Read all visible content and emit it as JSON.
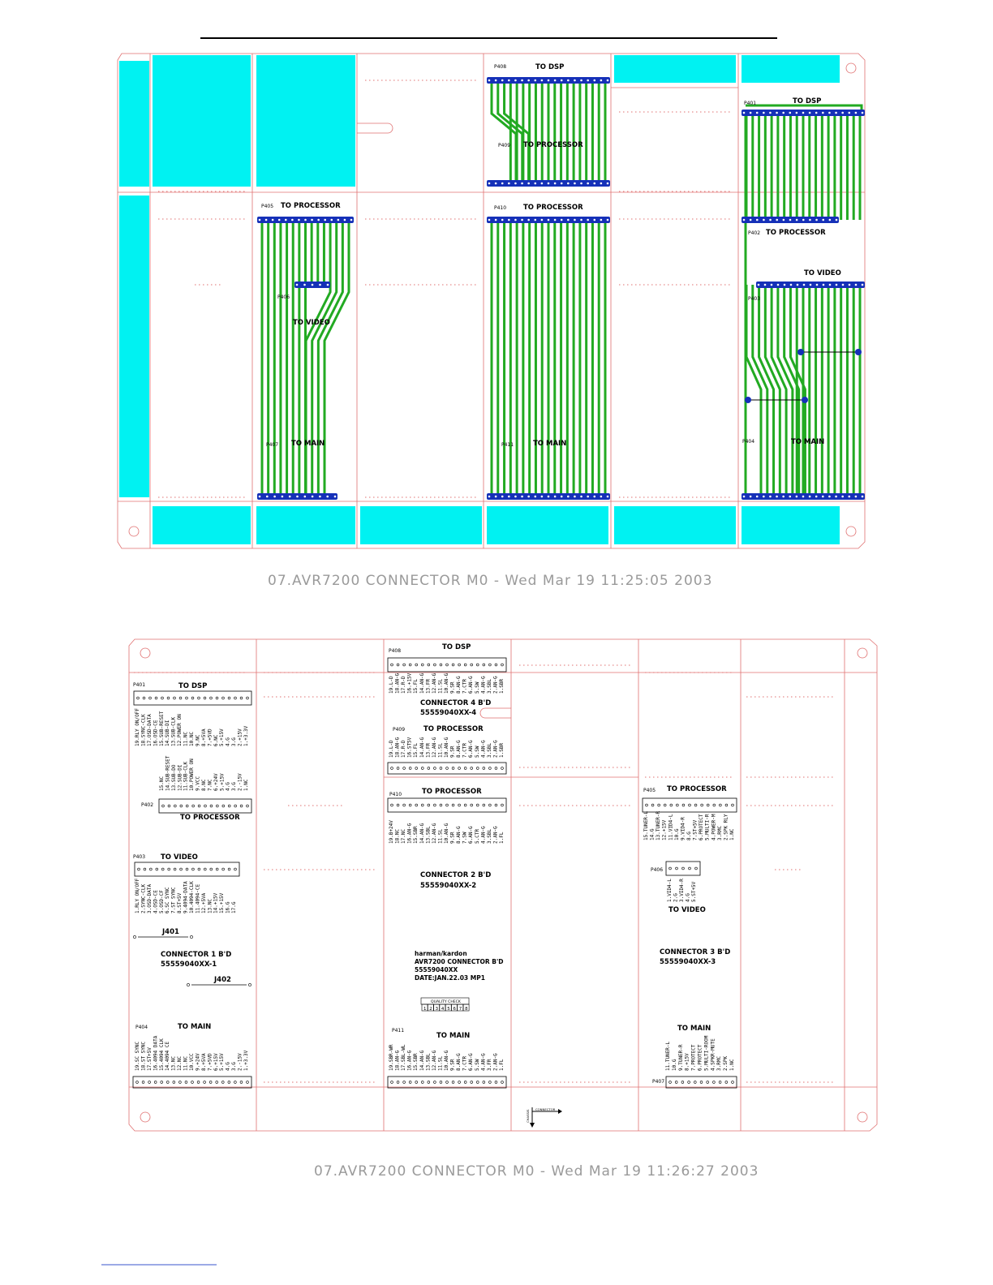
{
  "captions": {
    "top": "07.AVR7200 CONNECTOR M0 - Wed Mar 19 11:25:05 2003",
    "bottom": "07.AVR7200 CONNECTOR M0 - Wed Mar 19 11:26:27 2003"
  },
  "top_board": {
    "p408": "P408",
    "p408_title": "TO DSP",
    "p409": "P409",
    "p409_title": "TO PROCESSOR",
    "p405": "P405",
    "p405_title": "TO PROCESSOR",
    "p410": "P410",
    "p410_title": "TO PROCESSOR",
    "p401": "P401",
    "p401_title": "TO DSP",
    "p402": "P402",
    "p402_title": "TO PROCESSOR",
    "p403": "P403",
    "p403_title": "TO VIDEO",
    "p406": "P406",
    "p406_title": "TO VIDEO",
    "p407": "P407",
    "p407_title": "TO MAIN",
    "p411": "P411",
    "p411_title": "TO MAIN",
    "p404": "P404",
    "p404_title": "TO MAIN"
  },
  "bottom_board": {
    "p401": "P401",
    "p401_title": "TO DSP",
    "p401_pins": [
      "19.RLY ON/OFF",
      "18.SYNC-CLK",
      "17.OSD-DATA",
      "16.OSD-CE",
      "15.SUB-RESET",
      "14.SUB-DI",
      "13.SUB-CLK",
      "12.POWER ON",
      "11.NC",
      "10.NC",
      "9.NC",
      "8.+5VA",
      "7.+5VD",
      "6.NC",
      "5.+15V",
      "4.G",
      "3.G",
      "2.+15V",
      "1.+3.3V"
    ],
    "p402_pins": [
      "15.NC",
      "14.SUB-RESET",
      "13.SUB-DO",
      "12.SUB-DI",
      "11.SUB-CLK",
      "10.POWER ON",
      "9.VCC",
      "8.NC",
      "7.NC",
      "6.+24V",
      "5.+15V",
      "4.G",
      "3.G",
      "2.-15V",
      "1.NC"
    ],
    "p402": "P402",
    "p402_title": "TO PROCESSOR",
    "p403": "P403",
    "p403_title": "TO VIDEO",
    "p403_pins": [
      "1.RLY ON/OFF",
      "2.SYNC-CLK",
      "3.OSD-DATA",
      "4.OSD-CE",
      "5.OSD-CF",
      "6.SC SYNC",
      "7.ST SYNC",
      "8.ST+5V",
      "9.4094-DATA",
      "10.4094-CLK",
      "11.4094-CE",
      "12.+5VA",
      "13.NC",
      "14.+15V",
      "15.+15V",
      "16.G",
      "17.G"
    ],
    "j401": "J401",
    "j402": "J402",
    "board1_name": "CONNECTOR 1 B'D",
    "board1_part": "55559040XX-1",
    "p404": "P404",
    "p404_title": "TO MAIN",
    "p404_pins": [
      "19.SC SYNC",
      "18.ST SYNC",
      "17.ST+5V",
      "16.4094 DATA",
      "15.4094 CLK",
      "14.4094 CE",
      "13.NC",
      "12.NC",
      "11.NC",
      "10.VCC",
      "9.+24V",
      "8.+5VA",
      "7.+5VD",
      "6.+15V",
      "5.+15V",
      "4.G",
      "3.G",
      "2.-15V",
      "1.+3.3V"
    ],
    "p408": "P408",
    "p408_title": "TO DSP",
    "p408_pins": [
      "19.L-D",
      "18.AN-G",
      "17.R-D",
      "16.+15V",
      "15.FL",
      "14.AN-G",
      "13.FR",
      "12.AN-G",
      "11.SL",
      "10.AN-G",
      "9.SR",
      "8.AN-G",
      "7.CTR",
      "6.AN-G",
      "5.SW",
      "4.AN-G",
      "3.SBL",
      "2.AN-G",
      "1.SBR"
    ],
    "board4_name": "CONNECTOR 4 B'D",
    "board4_part": "55559040XX-4",
    "p409": "P409",
    "p409_title": "TO PROCESSOR",
    "p409_pins": [
      "19.L-D",
      "18.AN-G",
      "17.R-D",
      "16.ST5V",
      "15.FL",
      "14.AN-G",
      "13.FR",
      "12.AN-G",
      "11.SL",
      "10.AN-G",
      "9.SR",
      "8.AN-G",
      "7.CTR",
      "6.AN-G",
      "5.SW",
      "4.AN-G",
      "3.SBL",
      "2.AN-G",
      "1.SBR"
    ],
    "p410": "P410",
    "p410_title": "TO PROCESSOR",
    "p410_pins": [
      "19.B+24V",
      "18.NC",
      "17.NC",
      "16.AN-G",
      "15.SBR",
      "14.AN-G",
      "13.SBL",
      "12.AN-G",
      "11.SL",
      "10.AN-G",
      "9.SR",
      "8.AN-G",
      "7.SW",
      "6.AN-G",
      "5.CTR",
      "4.AN-G",
      "3.SBL",
      "2.AN-G",
      "1.FL"
    ],
    "board2_name": "CONNECTOR 2 B'D",
    "board2_part": "55559040XX-2",
    "hk_brand": "harman/kardon",
    "hk_model": "AVR7200 CONNECTOR B'D",
    "hk_part": "55559040XX",
    "hk_date": "DATE:JAN.22.03 MP1",
    "quality_check": "QUALITY CHECK",
    "quality_boxes": [
      "1",
      "2",
      "3",
      "4",
      "5",
      "6",
      "7",
      "8"
    ],
    "p411": "P411",
    "p411_title": "TO MAIN",
    "p411_pins": [
      "19.SBR-WR",
      "18.AN-G",
      "17.SBL-WL",
      "16.AN-G",
      "15.SBR",
      "14.AN-G",
      "13.SBL",
      "12.AN-G",
      "11.SL",
      "10.AN-G",
      "9.SR",
      "8.AN-G",
      "7.CTR",
      "6.AN-G",
      "5.SW",
      "4.AN-G",
      "3.FR",
      "2.AN-G",
      "1.FL"
    ],
    "arrow_up": "CHASSIS",
    "arrow_right": "CONNECTOR",
    "p405": "P405",
    "p405_title": "TO PROCESSOR",
    "p405_pins": [
      "15.TUNER-L",
      "14.G",
      "13.TUNER-R",
      "12.+15V",
      "11.VID4-L",
      "10.G",
      "9.VID4-R",
      "8.G",
      "7.ST+5V",
      "6.PROTECT",
      "5.MULTI-R",
      "4.POWER-M",
      "3.RMC",
      "2.SPK RLY",
      "1.NC"
    ],
    "p406": "P406",
    "p406_title": "TO VIDEO",
    "p406_pins": [
      "1.VID4-L",
      "2.G",
      "3.VID4-R",
      "4.G",
      "5.ST+5V"
    ],
    "board3_name": "CONNECTOR 3 B'D",
    "board3_part": "55559040XX-3",
    "p407": "P407",
    "p407_title": "TO MAIN",
    "p407_pins": [
      "11.TUNER-L",
      "10.G",
      "9.TUNER-R",
      "8.+15V",
      "7.PROTECT",
      "6.PROTECT",
      "5.MULTI-ROOM",
      "4.SPKR-MUTE",
      "3.RMC",
      "2.SPK",
      "1.NC"
    ]
  }
}
